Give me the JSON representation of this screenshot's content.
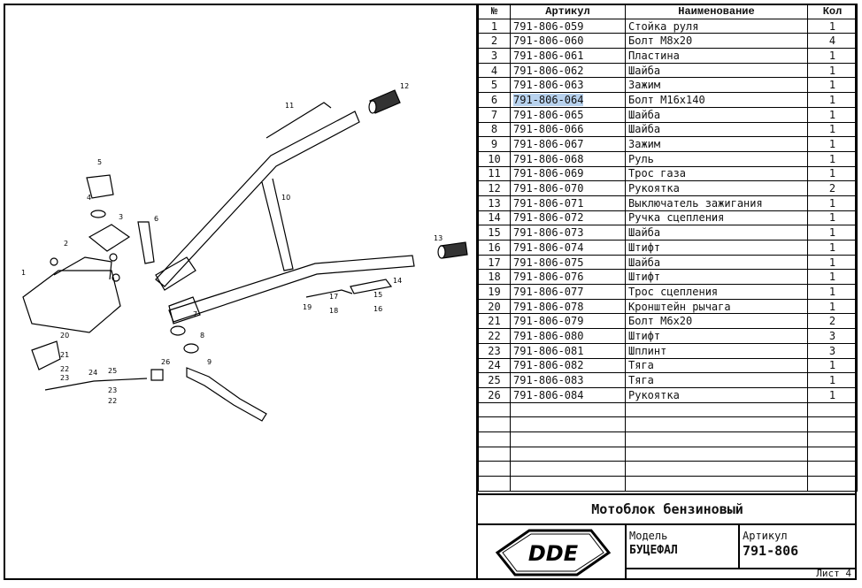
{
  "table": {
    "headers": {
      "num": "№",
      "article": "Артикул",
      "name": "Наименование",
      "qty": "Кол"
    },
    "rows": [
      {
        "num": "1",
        "article": "791-806-059",
        "name": "Стойка руля",
        "qty": "1"
      },
      {
        "num": "2",
        "article": "791-806-060",
        "name": "Болт М8х20",
        "qty": "4"
      },
      {
        "num": "3",
        "article": "791-806-061",
        "name": "Пластина",
        "qty": "1"
      },
      {
        "num": "4",
        "article": "791-806-062",
        "name": "Шайба",
        "qty": "1"
      },
      {
        "num": "5",
        "article": "791-806-063",
        "name": "Зажим",
        "qty": "1"
      },
      {
        "num": "6",
        "article": "791-806-064",
        "name": "Болт М16х140",
        "qty": "1"
      },
      {
        "num": "7",
        "article": "791-806-065",
        "name": "Шайба",
        "qty": "1"
      },
      {
        "num": "8",
        "article": "791-806-066",
        "name": "Шайба",
        "qty": "1"
      },
      {
        "num": "9",
        "article": "791-806-067",
        "name": "Зажим",
        "qty": "1"
      },
      {
        "num": "10",
        "article": "791-806-068",
        "name": "Руль",
        "qty": "1"
      },
      {
        "num": "11",
        "article": "791-806-069",
        "name": "Трос газа",
        "qty": "1"
      },
      {
        "num": "12",
        "article": "791-806-070",
        "name": "Рукоятка",
        "qty": "2"
      },
      {
        "num": "13",
        "article": "791-806-071",
        "name": "Выключатель зажигания",
        "qty": "1"
      },
      {
        "num": "14",
        "article": "791-806-072",
        "name": "Ручка сцепления",
        "qty": "1"
      },
      {
        "num": "15",
        "article": "791-806-073",
        "name": "Шайба",
        "qty": "1"
      },
      {
        "num": "16",
        "article": "791-806-074",
        "name": "Штифт",
        "qty": "1"
      },
      {
        "num": "17",
        "article": "791-806-075",
        "name": "Шайба",
        "qty": "1"
      },
      {
        "num": "18",
        "article": "791-806-076",
        "name": "Штифт",
        "qty": "1"
      },
      {
        "num": "19",
        "article": "791-806-077",
        "name": "Трос сцепления",
        "qty": "1"
      },
      {
        "num": "20",
        "article": "791-806-078",
        "name": "Кронштейн рычага",
        "qty": "1"
      },
      {
        "num": "21",
        "article": "791-806-079",
        "name": "Болт М6х20",
        "qty": "2"
      },
      {
        "num": "22",
        "article": "791-806-080",
        "name": "Штифт",
        "qty": "3"
      },
      {
        "num": "23",
        "article": "791-806-081",
        "name": "Шплинт",
        "qty": "3"
      },
      {
        "num": "24",
        "article": "791-806-082",
        "name": "Тяга",
        "qty": "1"
      },
      {
        "num": "25",
        "article": "791-806-083",
        "name": "Тяга",
        "qty": "1"
      },
      {
        "num": "26",
        "article": "791-806-084",
        "name": "Рукоятка",
        "qty": "1"
      }
    ],
    "empty_rows": 6,
    "selected_row": 6,
    "selection_color": "#b8d2ee"
  },
  "title_block": {
    "title": "Мотоблок бензиновый",
    "model_label": "Модель",
    "model_value": "БУЦЕФАЛ",
    "article_label": "Артикул",
    "article_value": "791-806",
    "sheet": "Лист 4",
    "logo_text": "DDE"
  },
  "diagram": {
    "callouts": [
      "1",
      "2",
      "3",
      "4",
      "5",
      "6",
      "7",
      "8",
      "9",
      "10",
      "11",
      "12",
      "13",
      "14",
      "15",
      "16",
      "17",
      "18",
      "19",
      "20",
      "21",
      "22",
      "22",
      "23",
      "23",
      "24",
      "25",
      "26"
    ]
  }
}
